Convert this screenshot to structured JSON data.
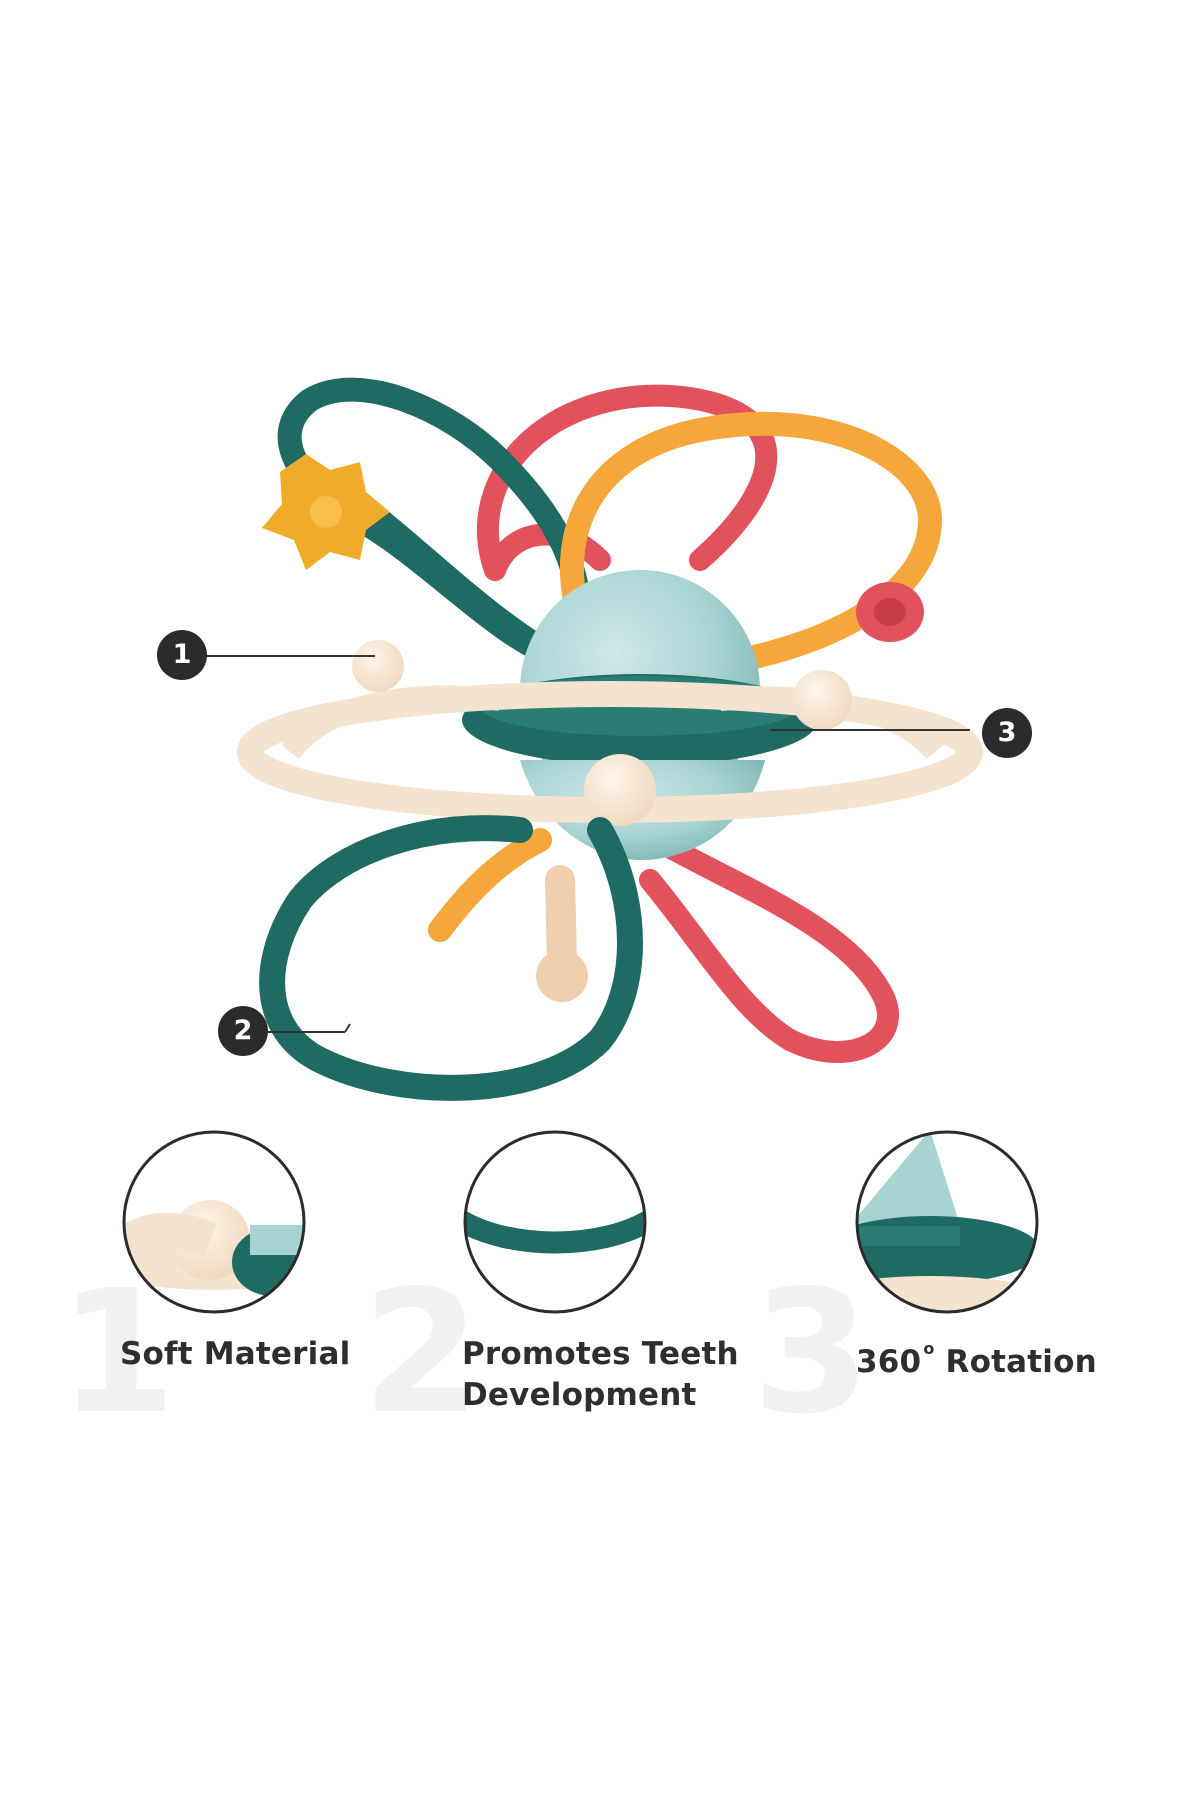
{
  "callouts": [
    {
      "number": "1"
    },
    {
      "number": "2"
    },
    {
      "number": "3"
    }
  ],
  "features": [
    {
      "number": "1",
      "label": "Soft Material"
    },
    {
      "number": "2",
      "label_line1": "Promotes Teeth",
      "label_line2": "Development"
    },
    {
      "number": "3",
      "label_value": "360",
      "label_unit": "o",
      "label_rest": "Rotation"
    }
  ],
  "colors": {
    "teal": "#1f6b63",
    "coral": "#e2525d",
    "orange": "#f6a73c",
    "cream": "#f4e3cf",
    "hub_blue": "#a8d3d3",
    "badge": "#2b2b2b",
    "text": "#2e2e2e",
    "watermark": "#f1f1f1"
  },
  "icons": [
    "toy-image",
    "star-bead-icon",
    "ring-bead-icon"
  ]
}
